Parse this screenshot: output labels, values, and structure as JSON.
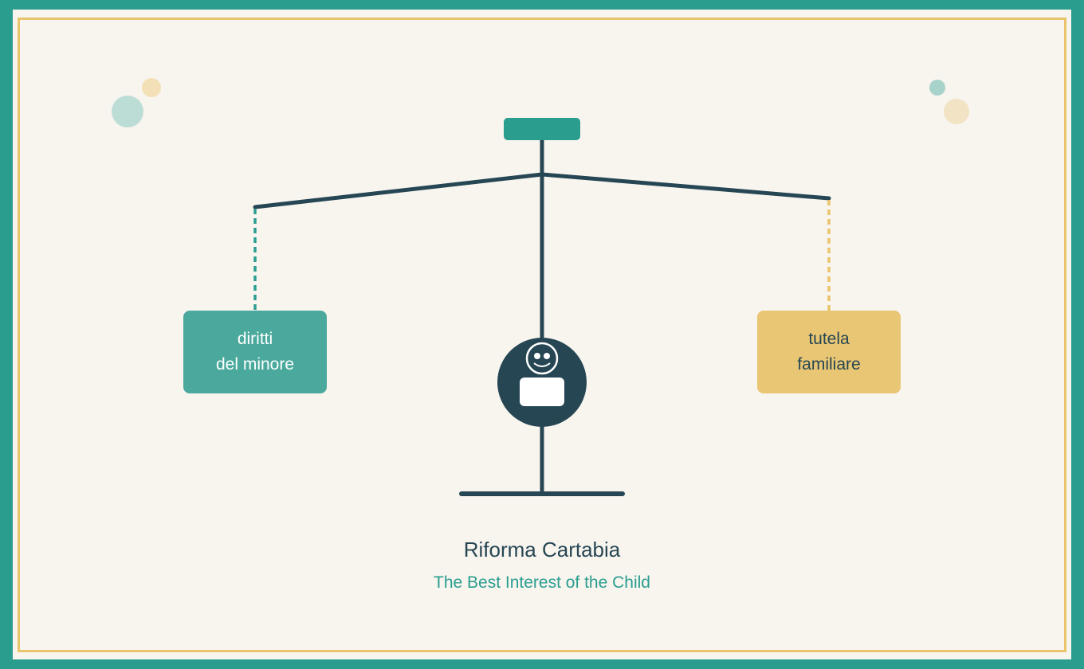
{
  "colors": {
    "outer_border": "#2a9d8f",
    "background": "#f8f5ef",
    "inner_frame": "#e9c46a",
    "beam": "#264653",
    "left_pan": "#4aa99c",
    "right_pan": "#e9c673",
    "left_string": "#2a9d8f",
    "right_string": "#e9c46a"
  },
  "scale": {
    "left_pan": {
      "line1": "diritti",
      "line2": "del minore"
    },
    "right_pan": {
      "line1": "tutela",
      "line2": "familiare"
    },
    "center_icon": "child-icon"
  },
  "title": "Riforma Cartabia",
  "subtitle": "The Best Interest of the Child"
}
